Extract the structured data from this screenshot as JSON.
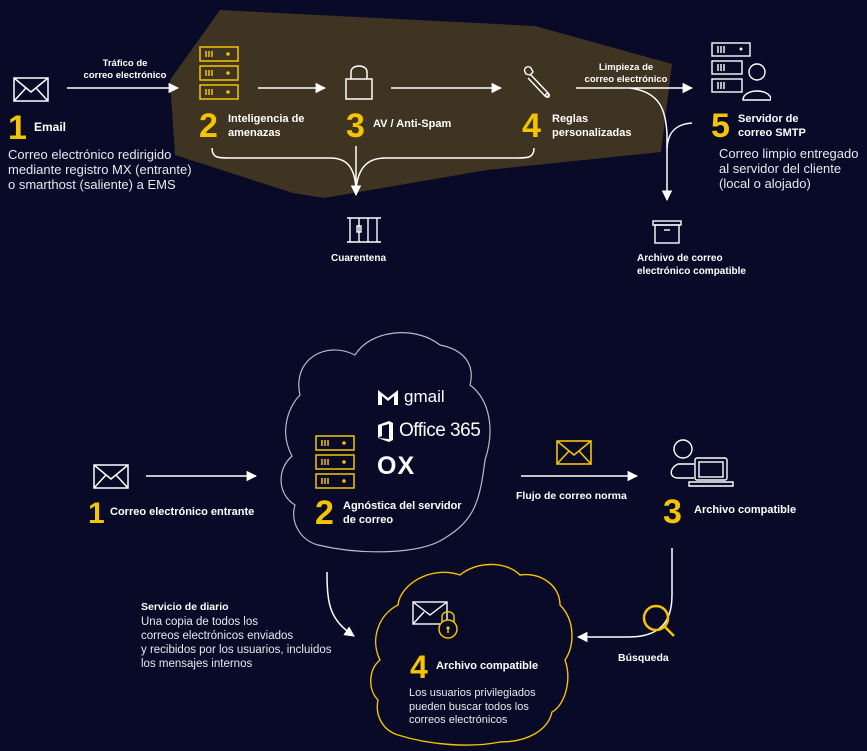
{
  "colors": {
    "background": "#080a28",
    "highlight_zone": "#3f3321",
    "accent": "#f5c400",
    "line": "#ffffff"
  },
  "top_flow": {
    "edge_labels": {
      "traffic": [
        "Tráfico de",
        "correo electrónico"
      ],
      "cleaning": [
        "Limpieza de",
        "correo electrónico"
      ]
    },
    "steps": [
      {
        "number": "1",
        "icon": "envelope-icon",
        "title": "Email",
        "description": [
          "Correo electrónico redirigido",
          "mediante registro MX (entrante)",
          "o smarthost (saliente) a EMS"
        ]
      },
      {
        "number": "2",
        "icon": "server-stack-icon",
        "title": [
          "Inteligencia de",
          "amenazas"
        ]
      },
      {
        "number": "3",
        "icon": "padlock-icon",
        "title": "AV / Anti-Spam"
      },
      {
        "number": "4",
        "icon": "wrench-icon",
        "title": [
          "Reglas",
          "personalizadas"
        ]
      },
      {
        "number": "5",
        "icon": "server-user-icon",
        "title": [
          "Servidor de",
          "correo SMTP"
        ],
        "description": [
          "Correo limpio entregado",
          "al servidor del cliente",
          "(local o alojado)"
        ]
      }
    ],
    "outputs": {
      "quarantine": {
        "icon": "quarantine-cell-icon",
        "label": "Cuarentena"
      },
      "archive": {
        "icon": "archive-box-icon",
        "label": [
          "Archivo de correo",
          "electrónico compatible"
        ]
      }
    }
  },
  "bottom_flow": {
    "steps": [
      {
        "number": "1",
        "icon": "envelope-icon",
        "title": "Correo electrónico entrante"
      },
      {
        "number": "2",
        "icon": "server-stack-icon",
        "title": [
          "Agnóstica del servidor",
          "de correo"
        ],
        "providers": [
          "gmail",
          "Office 365",
          "OX"
        ]
      },
      {
        "number": "3",
        "icon": "user-laptop-icon",
        "title": "Archivo compatible"
      },
      {
        "number": "4",
        "icon": "locked-envelope-icon",
        "title": "Archivo compatible",
        "description": [
          "Los usuarios privilegiados",
          "pueden buscar todos los",
          "correos electrónicos"
        ]
      }
    ],
    "edge_labels": {
      "normal_flow": "Flujo de correo norma",
      "search": "Búsqueda"
    },
    "journal": {
      "title": "Servicio de diario",
      "description": [
        "Una copia de todos los",
        "correos electrónicos enviados",
        "y recibidos por los usuarios, incluidos",
        "los mensajes internos"
      ]
    }
  }
}
